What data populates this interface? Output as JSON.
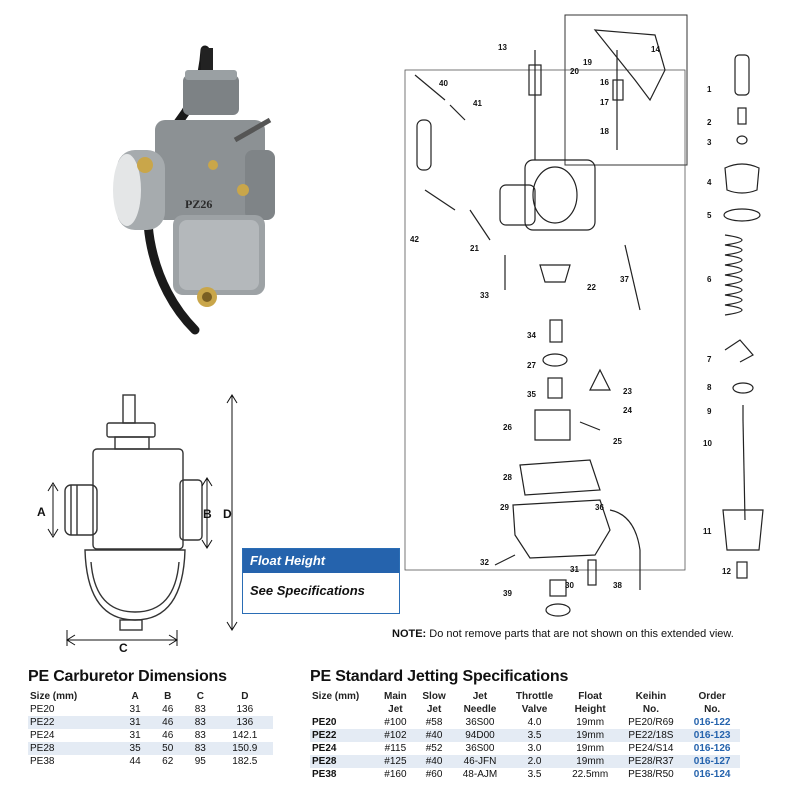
{
  "float_box": {
    "title": "Float Height",
    "body": "See Specifications"
  },
  "note": {
    "label": "NOTE:",
    "text": "Do not remove parts that are not shown on this extended view."
  },
  "carb_label": "PZ26",
  "dimension_letters": [
    "A",
    "B",
    "C",
    "D"
  ],
  "callouts": [
    "1",
    "2",
    "3",
    "4",
    "5",
    "6",
    "7",
    "8",
    "9",
    "10",
    "11",
    "12",
    "13",
    "14",
    "16",
    "17",
    "18",
    "19",
    "20",
    "21",
    "22",
    "23",
    "24",
    "25",
    "26",
    "27",
    "28",
    "29",
    "30",
    "31",
    "32",
    "33",
    "34",
    "35",
    "36",
    "37",
    "38",
    "39",
    "40",
    "41",
    "42"
  ],
  "dimensions_table": {
    "title": "PE Carburetor Dimensions",
    "headers": [
      "Size (mm)",
      "A",
      "B",
      "C",
      "D"
    ],
    "rows": [
      [
        "PE20",
        "31",
        "46",
        "83",
        "136"
      ],
      [
        "PE22",
        "31",
        "46",
        "83",
        "136"
      ],
      [
        "PE24",
        "31",
        "46",
        "83",
        "142.1"
      ],
      [
        "PE28",
        "35",
        "50",
        "83",
        "150.9"
      ],
      [
        "PE38",
        "44",
        "62",
        "95",
        "182.5"
      ]
    ]
  },
  "jetting_table": {
    "title": "PE Standard Jetting Specifications",
    "headers_line1": [
      "Size (mm)",
      "Main",
      "Slow",
      "Jet",
      "Throttle",
      "Float",
      "Keihin",
      "Order"
    ],
    "headers_line2": [
      "",
      "Jet",
      "Jet",
      "Needle",
      "Valve",
      "Height",
      "No.",
      "No."
    ],
    "rows": [
      [
        "PE20",
        "#100",
        "#58",
        "36S00",
        "4.0",
        "19mm",
        "PE20/R69",
        "016-122"
      ],
      [
        "PE22",
        "#102",
        "#40",
        "94D00",
        "3.5",
        "19mm",
        "PE22/18S",
        "016-123"
      ],
      [
        "PE24",
        "#115",
        "#52",
        "36S00",
        "3.0",
        "19mm",
        "PE24/S14",
        "016-126"
      ],
      [
        "PE28",
        "#125",
        "#40",
        "46-JFN",
        "2.0",
        "19mm",
        "PE28/R37",
        "016-127"
      ],
      [
        "PE38",
        "#160",
        "#60",
        "48-AJM",
        "3.5",
        "22.5mm",
        "PE38/R50",
        "016-124"
      ]
    ]
  }
}
